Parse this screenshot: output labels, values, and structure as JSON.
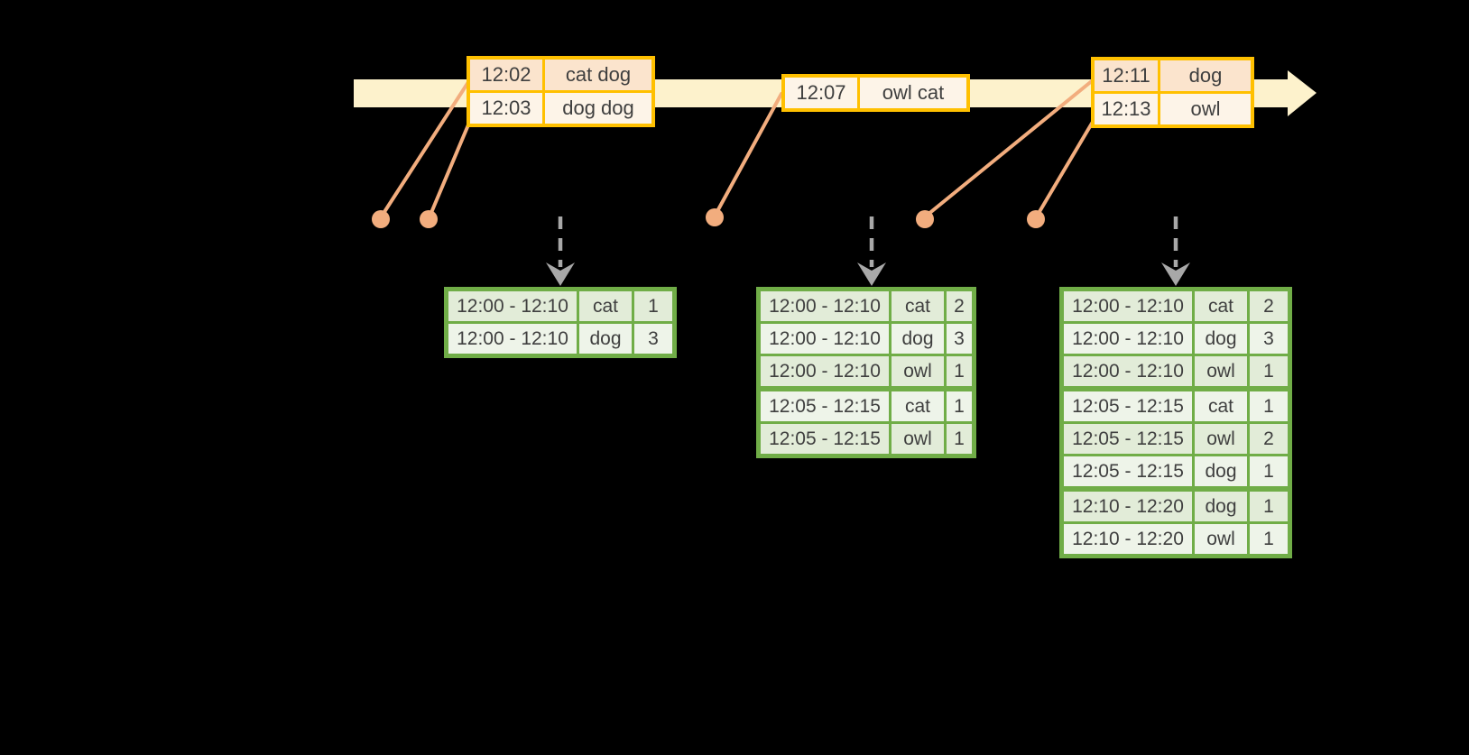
{
  "colors": {
    "background": "#000000",
    "timeline_band": "#fdf2cc",
    "event_table_border": "#ffc000",
    "event_row_dark": "#fbe4cd",
    "event_row_light": "#fdf4e8",
    "event_marker_orange": "#f2ad7e",
    "result_table_border": "#70ad47",
    "result_row_dark": "#e2ecd8",
    "result_row_light": "#eef4e9",
    "trigger_arrow_gray": "#a8a8a8",
    "text": "#3f3f3f"
  },
  "event_tables": [
    {
      "rows": [
        {
          "time": "12:02",
          "words": "cat dog"
        },
        {
          "time": "12:03",
          "words": "dog dog"
        }
      ]
    },
    {
      "rows": [
        {
          "time": "12:07",
          "words": "owl cat"
        }
      ]
    },
    {
      "rows": [
        {
          "time": "12:11",
          "words": "dog"
        },
        {
          "time": "12:13",
          "words": "owl"
        }
      ]
    }
  ],
  "result_tables": [
    {
      "rows": [
        {
          "window": "12:00 - 12:10",
          "word": "cat",
          "count": "1"
        },
        {
          "window": "12:00 - 12:10",
          "word": "dog",
          "count": "3"
        }
      ]
    },
    {
      "rows": [
        {
          "window": "12:00 - 12:10",
          "word": "cat",
          "count": "2"
        },
        {
          "window": "12:00 - 12:10",
          "word": "dog",
          "count": "3"
        },
        {
          "window": "12:00 - 12:10",
          "word": "owl",
          "count": "1"
        },
        {
          "window": "12:05 - 12:15",
          "word": "cat",
          "count": "1"
        },
        {
          "window": "12:05 - 12:15",
          "word": "owl",
          "count": "1"
        }
      ]
    },
    {
      "rows": [
        {
          "window": "12:00 - 12:10",
          "word": "cat",
          "count": "2"
        },
        {
          "window": "12:00 - 12:10",
          "word": "dog",
          "count": "3"
        },
        {
          "window": "12:00 - 12:10",
          "word": "owl",
          "count": "1"
        },
        {
          "window": "12:05 - 12:15",
          "word": "cat",
          "count": "1"
        },
        {
          "window": "12:05 - 12:15",
          "word": "owl",
          "count": "2"
        },
        {
          "window": "12:05 - 12:15",
          "word": "dog",
          "count": "1"
        },
        {
          "window": "12:10 - 12:20",
          "word": "dog",
          "count": "1"
        },
        {
          "window": "12:10 - 12:20",
          "word": "owl",
          "count": "1"
        }
      ]
    }
  ]
}
